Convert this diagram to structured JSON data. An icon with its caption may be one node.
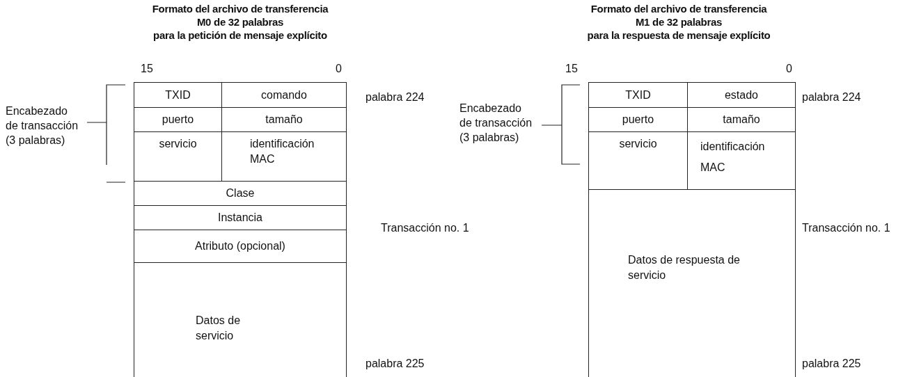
{
  "diagram": {
    "nodes": [
      {
        "text": [
          "TXID"
        ]
      },
      {
        "text": [
          "comando"
        ]
      },
      {
        "text": [
          "puerto"
        ]
      },
      {
        "text": [
          "tamaño"
        ]
      },
      {
        "text": [
          "servicio"
        ]
      },
      {
        "text": [
          "identificación MAC"
        ]
      },
      {
        "text": [
          "Clase"
        ]
      },
      {
        "text": [
          "Instancia"
        ]
      },
      {
        "text": [
          "Atributo (opcional)"
        ]
      },
      {
        "text": [
          "Datos de servicio"
        ]
      },
      {
        "text": [
          "TXID"
        ]
      },
      {
        "text": [
          "estado"
        ]
      },
      {
        "text": [
          "puerto"
        ]
      },
      {
        "text": [
          "tamaño"
        ]
      },
      {
        "text": [
          "servicio"
        ]
      },
      {
        "text": [
          "identificación MAC"
        ]
      },
      {
        "text": [
          "Datos de respuesta de servicio"
        ]
      }
    ],
    "edges": [],
    "labels": [
      "Formato del archivo de transferencia",
      "M0 de 32 palabras",
      "para la petición de mensaje explícito",
      "15",
      "0",
      "palabra 224",
      "Encabezado",
      "de transacción",
      "(3 palabras)",
      "Transacción no. 1",
      "palabra 225",
      "Formato del archivo de transferencia",
      "M1 de 32 palabras",
      "para la respuesta de mensaje explícito",
      "15",
      "0",
      "palabra 224",
      "Encabezado",
      "de transacción",
      "(3 palabras)",
      "Transacción no. 1",
      "palabra 225"
    ]
  }
}
